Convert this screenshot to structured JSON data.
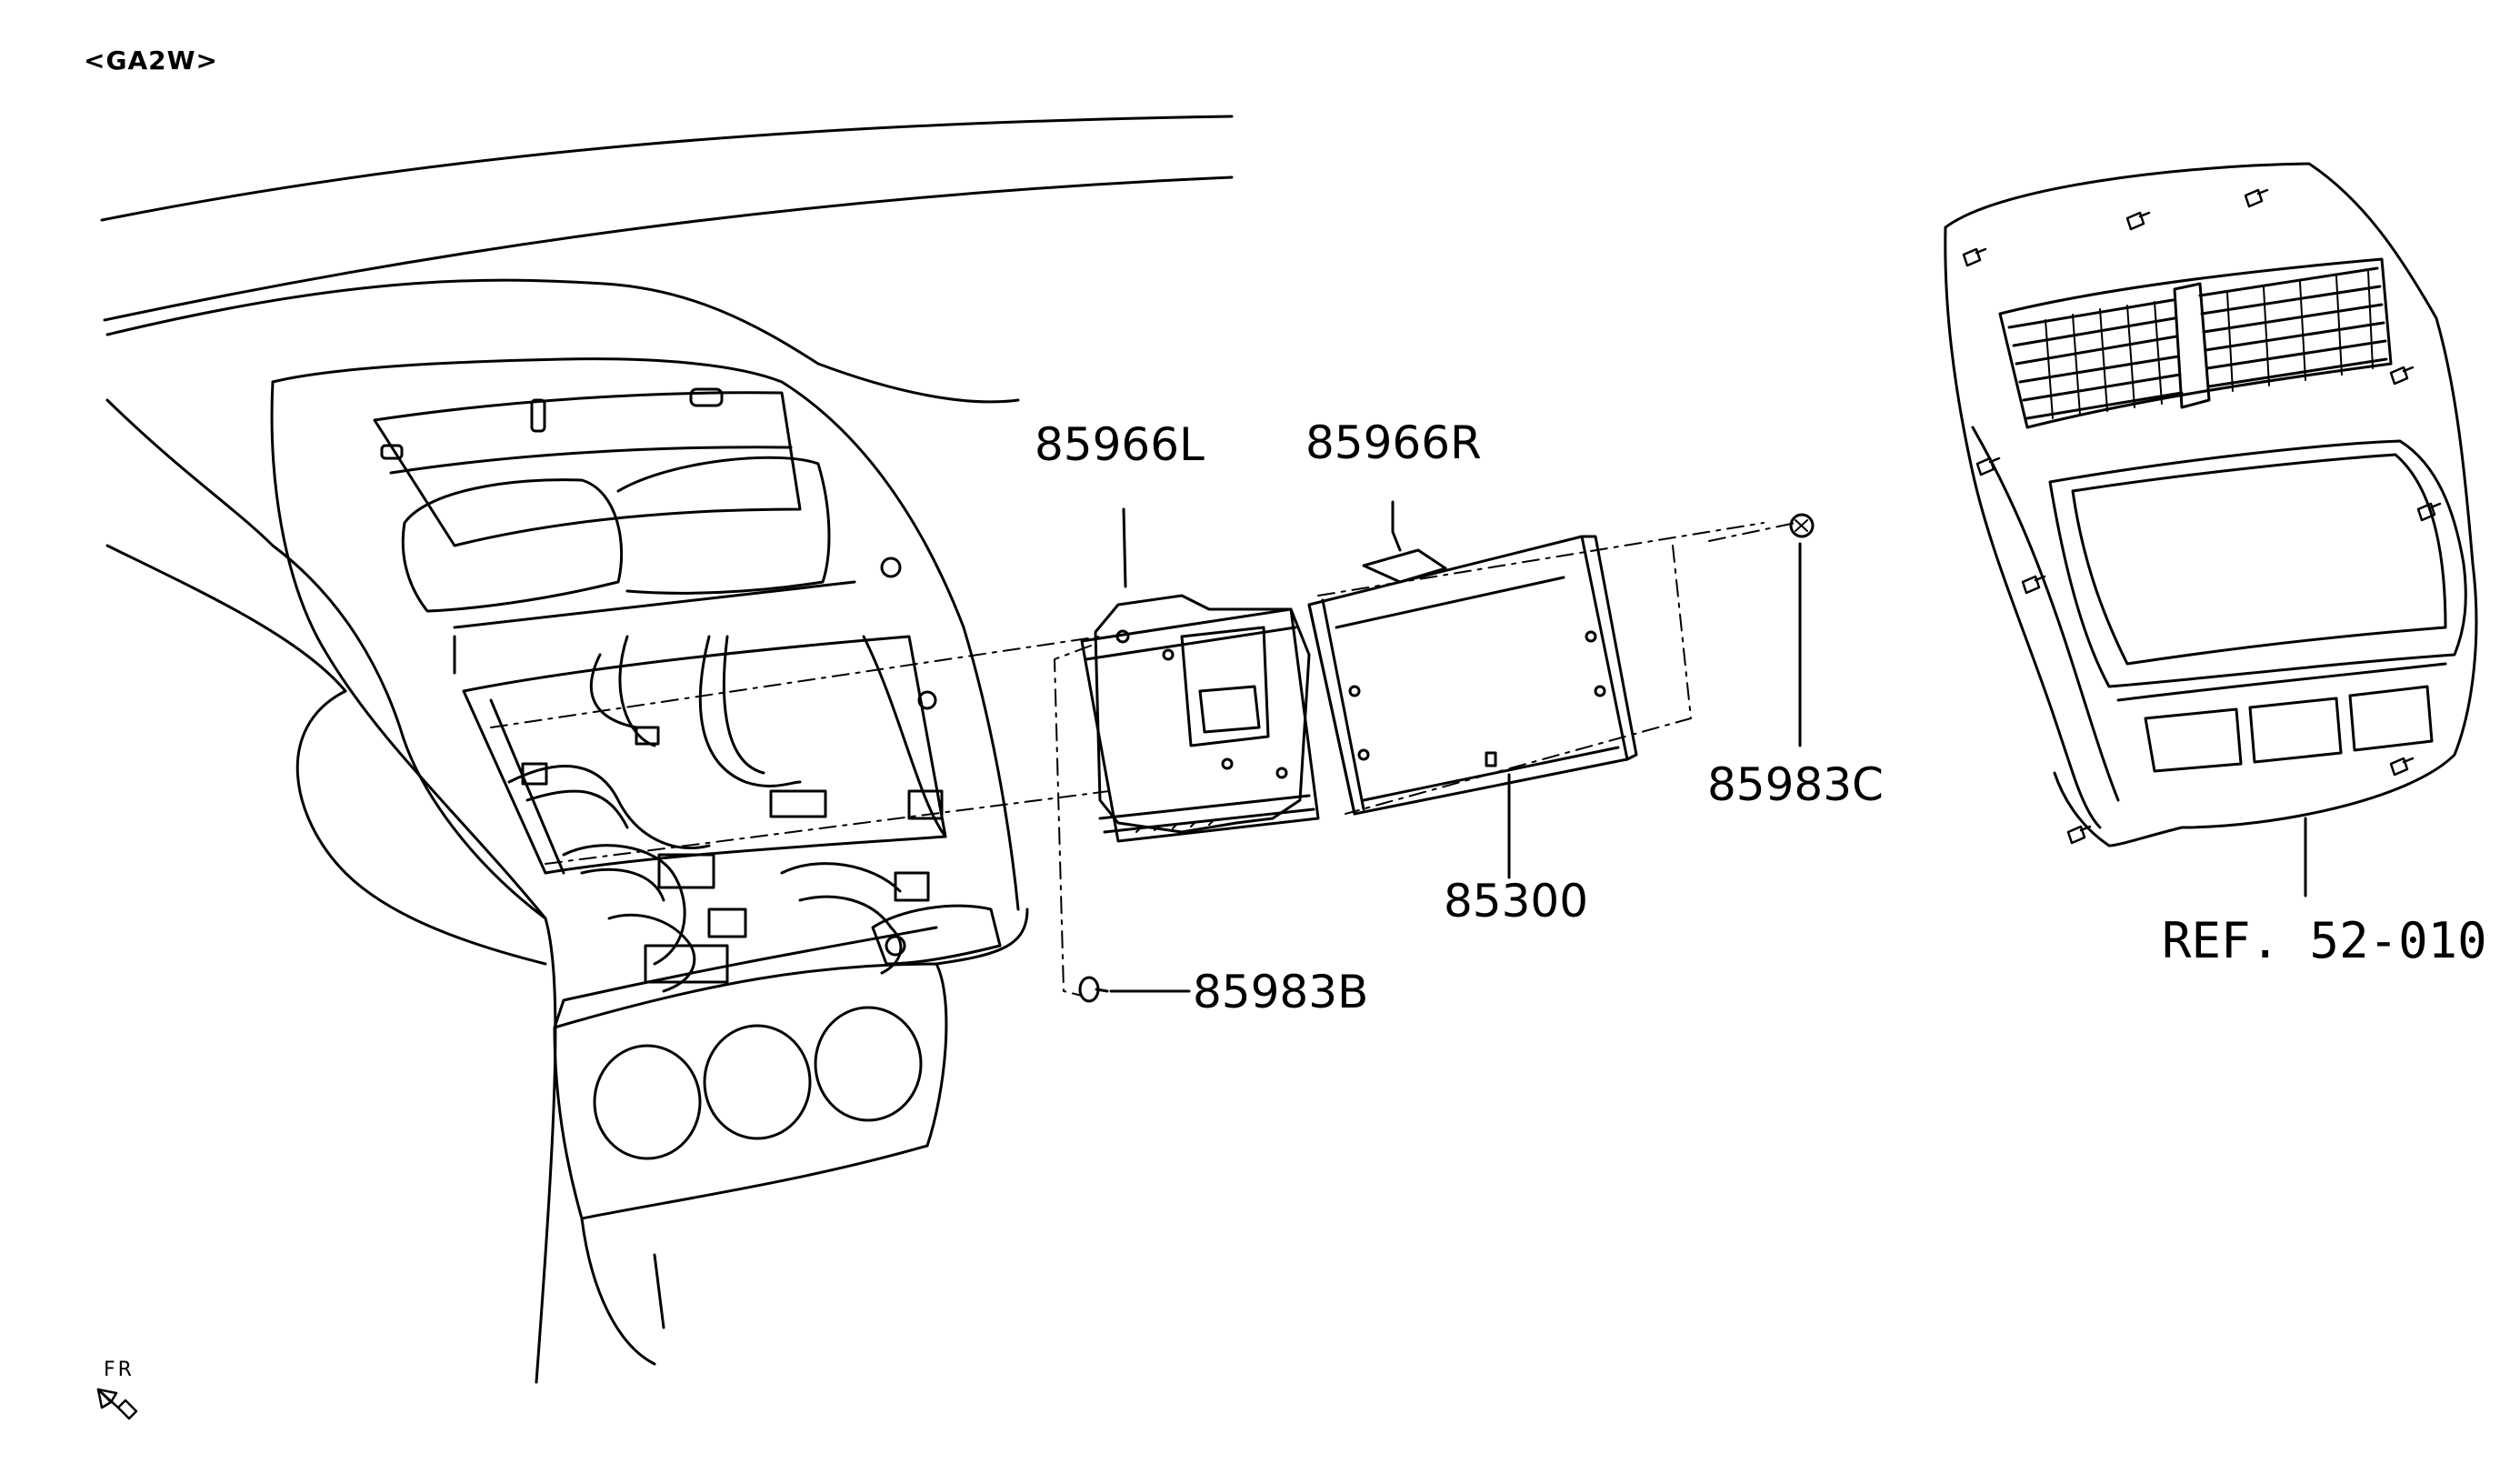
{
  "header": {
    "model_code": "<GA2W>"
  },
  "parts": [
    {
      "id": "bracket-left",
      "number": "85966L"
    },
    {
      "id": "bracket-right",
      "number": "85966R"
    },
    {
      "id": "amplifier-unit",
      "number": "85300"
    },
    {
      "id": "screw-c",
      "number": "85983C"
    },
    {
      "id": "screw-b",
      "number": "85983B"
    }
  ],
  "reference": {
    "text": "REF. 52-010"
  },
  "orientation": {
    "label": "FR"
  },
  "colors": {
    "line": "#000000",
    "background": "#ffffff"
  }
}
